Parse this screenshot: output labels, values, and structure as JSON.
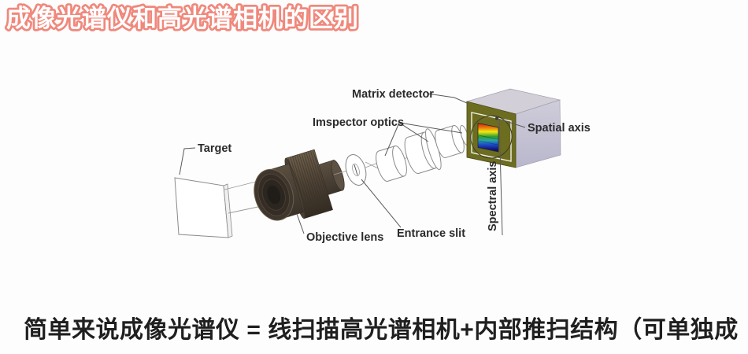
{
  "title": "成像光谱仪和高光谱相机的区别",
  "caption": "简单来说成像光谱仪 = 线扫描高光谱相机+内部推扫结构（可单独成",
  "colors": {
    "title_outline": "#f0887c",
    "title_fill": "#ffffff",
    "caption_text": "#1f1f1f",
    "background": "#fdfdfd",
    "cube_front_face": "#6d6d21",
    "cube_top_face": "#d2cfd8",
    "cube_right_face": "#c6c4d5",
    "lens_body_brown": "#4e4337",
    "label_text": "#2b2b2b",
    "rainbow_top": "#cf1a10",
    "rainbow_bottom": "#0a1040"
  },
  "diagram": {
    "labels": {
      "target": "Target",
      "matrix_detector": "Matrix detector",
      "imspector_optics": "Imspector optics",
      "spatial_axis": "Spatial axis",
      "spectral_axis": "Spectral axis",
      "objective_lens": "Objective lens",
      "entrance_slit": "Entrance slit"
    }
  }
}
